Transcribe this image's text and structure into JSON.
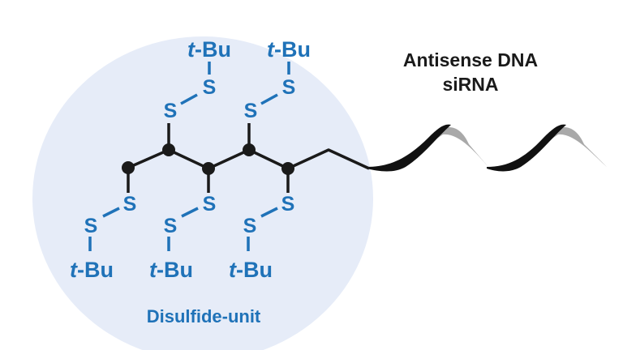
{
  "colors": {
    "ellipse_fill": "#e6ecf8",
    "disulfide_blue": "#1f72b8",
    "skeleton": "#1a1a1a",
    "strand_dark": "#111111",
    "strand_light": "#a9a9a9",
    "label_dark": "#1a1a1a"
  },
  "labels": {
    "oligo_line1": "Antisense DNA",
    "oligo_line2": "siRNA",
    "unit": "Disulfide-unit"
  },
  "atoms": {
    "sulfur": "S",
    "tbu_prefix": "t",
    "tbu_suffix": "-Bu"
  }
}
